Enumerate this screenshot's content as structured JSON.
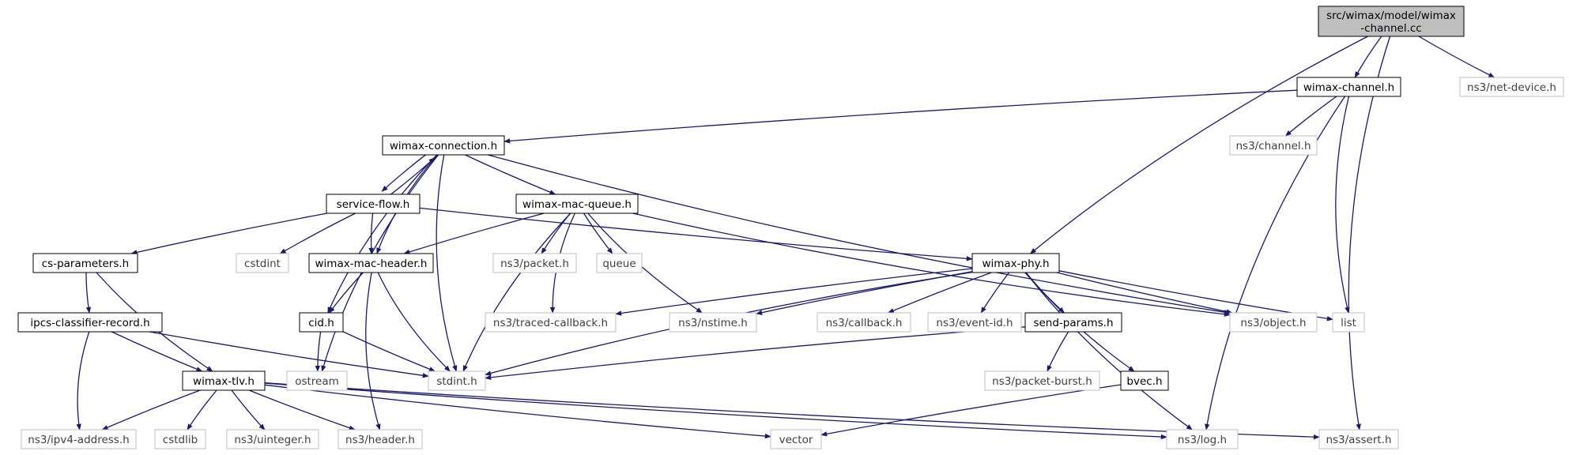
{
  "graph": {
    "title": "src/wimax/model/wimax-channel.cc",
    "colors": {
      "edge": "#191970",
      "root_fill": "#bfbfbf",
      "local_border": "#000000",
      "system_border": "#bfbfbf"
    },
    "nodes": [
      {
        "id": "root",
        "kind": "root",
        "lines": [
          "src/wimax/model/wimax",
          "-channel.cc"
        ]
      },
      {
        "id": "wimax-channel.h",
        "kind": "local",
        "lines": [
          "wimax-channel.h"
        ]
      },
      {
        "id": "ns3/net-device.h",
        "kind": "system",
        "lines": [
          "ns3/net-device.h"
        ]
      },
      {
        "id": "wimax-connection.h",
        "kind": "local",
        "lines": [
          "wimax-connection.h"
        ]
      },
      {
        "id": "ns3/channel.h",
        "kind": "system",
        "lines": [
          "ns3/channel.h"
        ]
      },
      {
        "id": "service-flow.h",
        "kind": "local",
        "lines": [
          "service-flow.h"
        ]
      },
      {
        "id": "wimax-mac-queue.h",
        "kind": "local",
        "lines": [
          "wimax-mac-queue.h"
        ]
      },
      {
        "id": "cs-parameters.h",
        "kind": "local",
        "lines": [
          "cs-parameters.h"
        ]
      },
      {
        "id": "cstdint",
        "kind": "system",
        "lines": [
          "cstdint"
        ]
      },
      {
        "id": "wimax-mac-header.h",
        "kind": "local",
        "lines": [
          "wimax-mac-header.h"
        ]
      },
      {
        "id": "ns3/packet.h",
        "kind": "system",
        "lines": [
          "ns3/packet.h"
        ]
      },
      {
        "id": "queue",
        "kind": "system",
        "lines": [
          "queue"
        ]
      },
      {
        "id": "wimax-phy.h",
        "kind": "local",
        "lines": [
          "wimax-phy.h"
        ]
      },
      {
        "id": "ipcs-classifier-record.h",
        "kind": "local",
        "lines": [
          "ipcs-classifier-record.h"
        ]
      },
      {
        "id": "cid.h",
        "kind": "local",
        "lines": [
          "cid.h"
        ]
      },
      {
        "id": "ns3/traced-callback.h",
        "kind": "system",
        "lines": [
          "ns3/traced-callback.h"
        ]
      },
      {
        "id": "ns3/nstime.h",
        "kind": "system",
        "lines": [
          "ns3/nstime.h"
        ]
      },
      {
        "id": "ns3/callback.h",
        "kind": "system",
        "lines": [
          "ns3/callback.h"
        ]
      },
      {
        "id": "ns3/event-id.h",
        "kind": "system",
        "lines": [
          "ns3/event-id.h"
        ]
      },
      {
        "id": "send-params.h",
        "kind": "local",
        "lines": [
          "send-params.h"
        ]
      },
      {
        "id": "ns3/object.h",
        "kind": "system",
        "lines": [
          "ns3/object.h"
        ]
      },
      {
        "id": "list",
        "kind": "system",
        "lines": [
          "list"
        ]
      },
      {
        "id": "wimax-tlv.h",
        "kind": "local",
        "lines": [
          "wimax-tlv.h"
        ]
      },
      {
        "id": "ostream",
        "kind": "system",
        "lines": [
          "ostream"
        ]
      },
      {
        "id": "stdint.h",
        "kind": "system",
        "lines": [
          "stdint.h"
        ]
      },
      {
        "id": "ns3/packet-burst.h",
        "kind": "system",
        "lines": [
          "ns3/packet-burst.h"
        ]
      },
      {
        "id": "bvec.h",
        "kind": "local",
        "lines": [
          "bvec.h"
        ]
      },
      {
        "id": "ns3/ipv4-address.h",
        "kind": "system",
        "lines": [
          "ns3/ipv4-address.h"
        ]
      },
      {
        "id": "cstdlib",
        "kind": "system",
        "lines": [
          "cstdlib"
        ]
      },
      {
        "id": "ns3/uinteger.h",
        "kind": "system",
        "lines": [
          "ns3/uinteger.h"
        ]
      },
      {
        "id": "ns3/header.h",
        "kind": "system",
        "lines": [
          "ns3/header.h"
        ]
      },
      {
        "id": "vector",
        "kind": "system",
        "lines": [
          "vector"
        ]
      },
      {
        "id": "ns3/log.h",
        "kind": "system",
        "lines": [
          "ns3/log.h"
        ]
      },
      {
        "id": "ns3/assert.h",
        "kind": "system",
        "lines": [
          "ns3/assert.h"
        ]
      }
    ],
    "edges": [
      [
        "root",
        "wimax-channel.h"
      ],
      [
        "root",
        "ns3/net-device.h"
      ],
      [
        "root",
        "wimax-phy.h"
      ],
      [
        "root",
        "ns3/assert.h"
      ],
      [
        "wimax-channel.h",
        "wimax-connection.h"
      ],
      [
        "wimax-channel.h",
        "ns3/channel.h"
      ],
      [
        "wimax-channel.h",
        "list"
      ],
      [
        "wimax-channel.h",
        "ns3/log.h"
      ],
      [
        "wimax-connection.h",
        "service-flow.h"
      ],
      [
        "wimax-connection.h",
        "wimax-mac-queue.h"
      ],
      [
        "wimax-connection.h",
        "wimax-mac-header.h"
      ],
      [
        "wimax-connection.h",
        "cid.h"
      ],
      [
        "wimax-connection.h",
        "ostream"
      ],
      [
        "wimax-connection.h",
        "stdint.h"
      ],
      [
        "wimax-connection.h",
        "ns3/object.h"
      ],
      [
        "service-flow.h",
        "wimax-connection.h"
      ],
      [
        "service-flow.h",
        "cs-parameters.h"
      ],
      [
        "service-flow.h",
        "cstdint"
      ],
      [
        "service-flow.h",
        "wimax-mac-header.h"
      ],
      [
        "service-flow.h",
        "wimax-phy.h"
      ],
      [
        "wimax-mac-queue.h",
        "wimax-mac-header.h"
      ],
      [
        "wimax-mac-queue.h",
        "ns3/packet.h"
      ],
      [
        "wimax-mac-queue.h",
        "queue"
      ],
      [
        "wimax-mac-queue.h",
        "stdint.h"
      ],
      [
        "wimax-mac-queue.h",
        "ns3/traced-callback.h"
      ],
      [
        "wimax-mac-queue.h",
        "ns3/nstime.h"
      ],
      [
        "wimax-mac-queue.h",
        "ns3/object.h"
      ],
      [
        "cs-parameters.h",
        "ipcs-classifier-record.h"
      ],
      [
        "cs-parameters.h",
        "wimax-tlv.h"
      ],
      [
        "wimax-mac-header.h",
        "cid.h"
      ],
      [
        "wimax-mac-header.h",
        "stdint.h"
      ],
      [
        "wimax-mac-header.h",
        "ns3/header.h"
      ],
      [
        "ipcs-classifier-record.h",
        "wimax-tlv.h"
      ],
      [
        "ipcs-classifier-record.h",
        "stdint.h"
      ],
      [
        "ipcs-classifier-record.h",
        "ns3/ipv4-address.h"
      ],
      [
        "cid.h",
        "ostream"
      ],
      [
        "cid.h",
        "stdint.h"
      ],
      [
        "wimax-phy.h",
        "ns3/traced-callback.h"
      ],
      [
        "wimax-phy.h",
        "ns3/nstime.h"
      ],
      [
        "wimax-phy.h",
        "ns3/callback.h"
      ],
      [
        "wimax-phy.h",
        "ns3/event-id.h"
      ],
      [
        "wimax-phy.h",
        "send-params.h"
      ],
      [
        "wimax-phy.h",
        "ns3/object.h"
      ],
      [
        "wimax-phy.h",
        "list"
      ],
      [
        "wimax-phy.h",
        "stdint.h"
      ],
      [
        "wimax-phy.h",
        "bvec.h"
      ],
      [
        "wimax-phy.h",
        "ns3/log.h"
      ],
      [
        "send-params.h",
        "stdint.h"
      ],
      [
        "send-params.h",
        "ns3/packet-burst.h"
      ],
      [
        "bvec.h",
        "vector"
      ],
      [
        "wimax-tlv.h",
        "ns3/ipv4-address.h"
      ],
      [
        "wimax-tlv.h",
        "cstdlib"
      ],
      [
        "wimax-tlv.h",
        "ns3/uinteger.h"
      ],
      [
        "wimax-tlv.h",
        "ns3/header.h"
      ],
      [
        "wimax-tlv.h",
        "vector"
      ],
      [
        "wimax-tlv.h",
        "ns3/log.h"
      ],
      [
        "wimax-tlv.h",
        "ns3/assert.h"
      ]
    ]
  }
}
